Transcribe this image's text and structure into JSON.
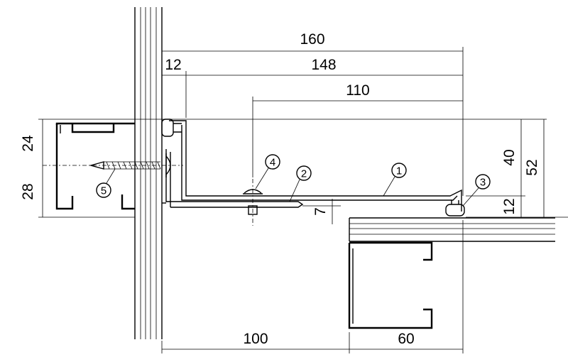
{
  "dimensions": {
    "total_width": "160",
    "edge_offset": "12",
    "channel_width": "148",
    "fastener_offset": "110",
    "left_upper_height": "24",
    "left_lower_height": "28",
    "right_upper_height": "40",
    "right_total_height": "52",
    "right_lower_height": "12",
    "gap": "7",
    "bottom_left": "100",
    "bottom_right": "60"
  },
  "callouts": {
    "c1": "1",
    "c2": "2",
    "c3": "3",
    "c4": "4",
    "c5": "5"
  }
}
